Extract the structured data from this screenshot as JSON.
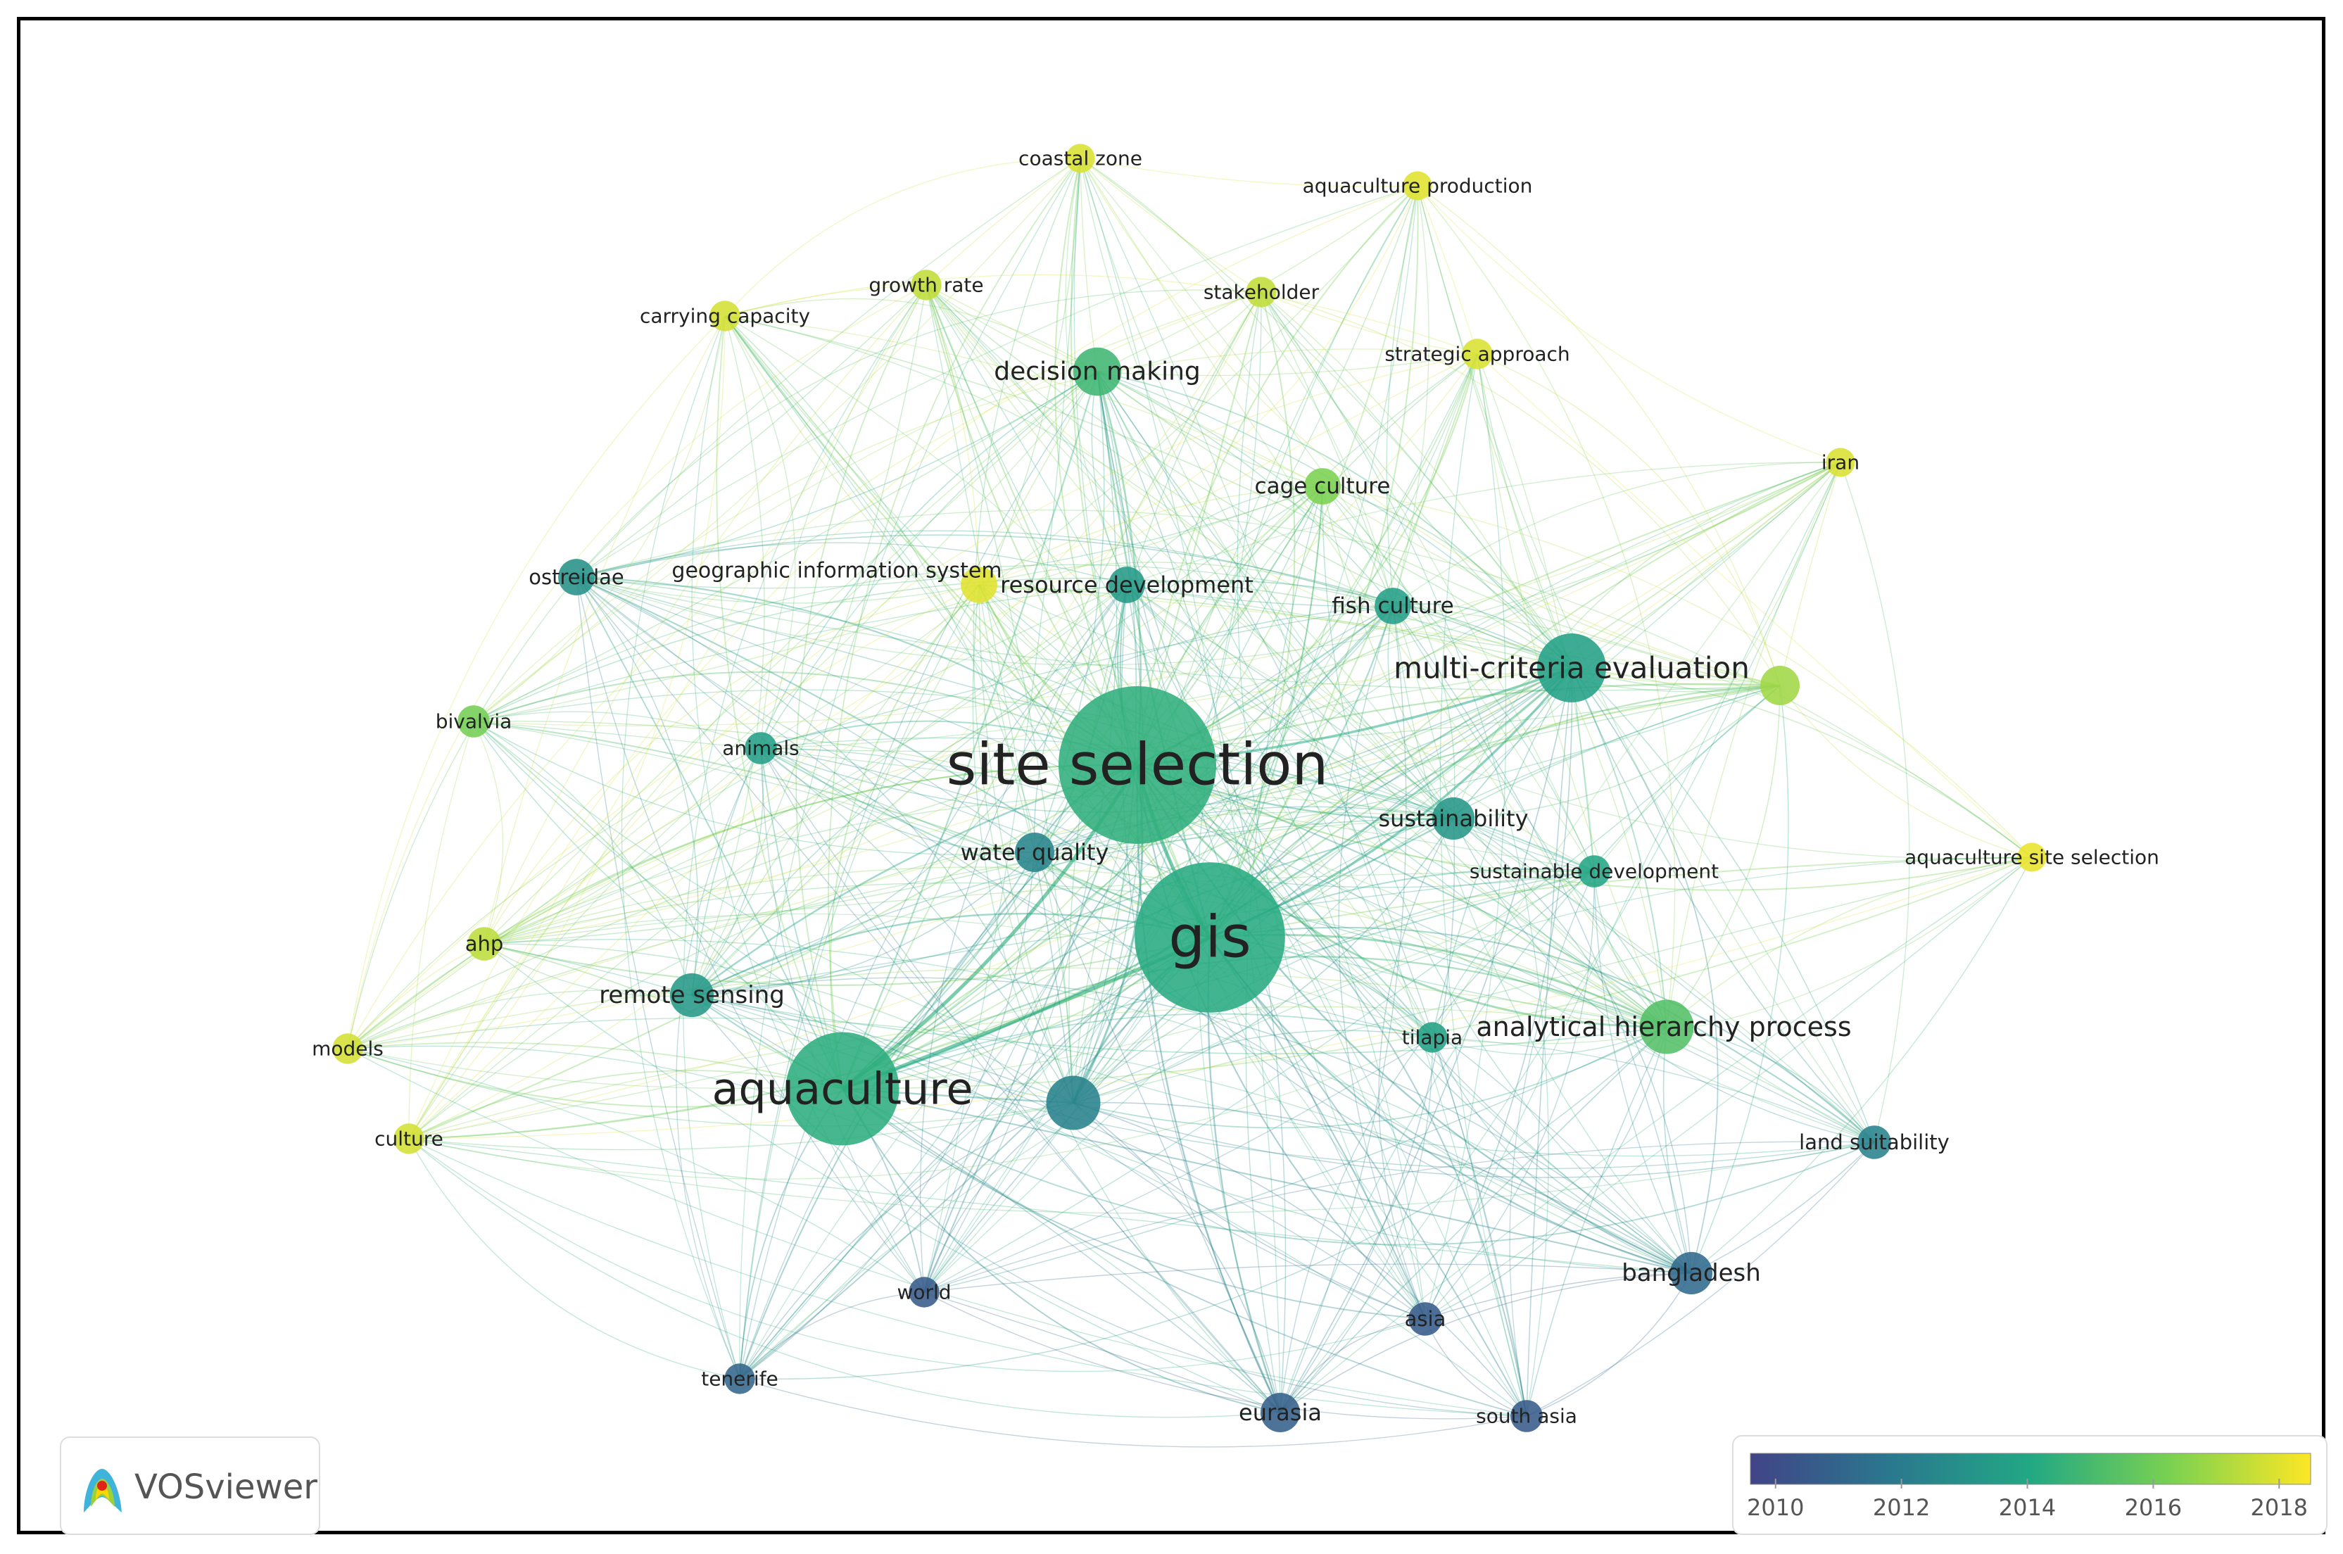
{
  "logo": {
    "text": "VOSviewer",
    "icon": "vosviewer-logo-icon"
  },
  "legend": {
    "ticks": [
      "2010",
      "2012",
      "2014",
      "2016",
      "2018"
    ],
    "tick_values": [
      2010,
      2012,
      2014,
      2016,
      2018
    ],
    "range": [
      2009.6,
      2018.5
    ],
    "colors": [
      "#414487",
      "#2a788e",
      "#22a884",
      "#7ad151",
      "#fde725"
    ]
  },
  "chart_data": {
    "type": "network",
    "color_scale": "average publication year",
    "nodes": [
      {
        "id": "site-selection",
        "label": "site selection",
        "weight": 10,
        "year": 2014.4
      },
      {
        "id": "gis",
        "label": "gis",
        "weight": 9.5,
        "year": 2014.2
      },
      {
        "id": "aquaculture",
        "label": "aquaculture",
        "weight": 7,
        "year": 2014.3
      },
      {
        "id": "multi-criteria-evaluation",
        "label": "multi-criteria evaluation",
        "weight": 4,
        "year": 2013.7
      },
      {
        "id": "analytical-hierarchy-process",
        "label": "analytical hierarchy process",
        "weight": 3,
        "year": 2015.3
      },
      {
        "id": "decision-making",
        "label": "decision making",
        "weight": 2.6,
        "year": 2014.8
      },
      {
        "id": "remote-sensing",
        "label": "remote sensing",
        "weight": 2.3,
        "year": 2013.3
      },
      {
        "id": "unlabeled-blue",
        "label": "",
        "weight": 3,
        "year": 2012.3
      },
      {
        "id": "water-quality",
        "label": "water quality",
        "weight": 2,
        "year": 2012.4
      },
      {
        "id": "sustainability",
        "label": "sustainability",
        "weight": 2.2,
        "year": 2013.2
      },
      {
        "id": "bangladesh",
        "label": "bangladesh",
        "weight": 2.2,
        "year": 2011.2
      },
      {
        "id": "eurasia",
        "label": "eurasia",
        "weight": 2,
        "year": 2010.8
      },
      {
        "id": "unlabeled-green",
        "label": "",
        "weight": 2,
        "year": 2016.9
      },
      {
        "id": "ostreidae",
        "label": "ostreidae",
        "weight": 1.8,
        "year": 2013.0
      },
      {
        "id": "resource-development",
        "label": "resource development",
        "weight": 1.8,
        "year": 2013.4
      },
      {
        "id": "fish-culture",
        "label": "fish culture",
        "weight": 1.8,
        "year": 2013.6
      },
      {
        "id": "geographic-information-system",
        "label": "geographic information system",
        "weight": 1.8,
        "year": 2018.0
      },
      {
        "id": "cage-culture",
        "label": "cage culture",
        "weight": 1.8,
        "year": 2016.3
      },
      {
        "id": "ahp",
        "label": "ahp",
        "weight": 1.6,
        "year": 2017.4
      },
      {
        "id": "animals",
        "label": "animals",
        "weight": 1.5,
        "year": 2013.6
      },
      {
        "id": "asia",
        "label": "asia",
        "weight": 1.6,
        "year": 2010.6
      },
      {
        "id": "south-asia",
        "label": "south asia",
        "weight": 1.5,
        "year": 2010.6
      },
      {
        "id": "world",
        "label": "world",
        "weight": 1.4,
        "year": 2010.6
      },
      {
        "id": "tenerife",
        "label": "tenerife",
        "weight": 1.4,
        "year": 2011.0
      },
      {
        "id": "land-suitability",
        "label": "land suitability",
        "weight": 1.6,
        "year": 2012.3
      },
      {
        "id": "sustainable-development",
        "label": "sustainable development",
        "weight": 1.5,
        "year": 2013.9
      },
      {
        "id": "tilapia",
        "label": "tilapia",
        "weight": 1.4,
        "year": 2013.7
      },
      {
        "id": "bivalvia",
        "label": "bivalvia",
        "weight": 1.5,
        "year": 2016.1
      },
      {
        "id": "models",
        "label": "models",
        "weight": 1.4,
        "year": 2017.8
      },
      {
        "id": "culture",
        "label": "culture",
        "weight": 1.4,
        "year": 2017.8
      },
      {
        "id": "iran",
        "label": "iran",
        "weight": 1.3,
        "year": 2017.9
      },
      {
        "id": "aquaculture-site-selection",
        "label": "aquaculture site selection",
        "weight": 1.3,
        "year": 2018.2
      },
      {
        "id": "coastal-zone",
        "label": "coastal zone",
        "weight": 1.3,
        "year": 2017.9
      },
      {
        "id": "aquaculture-production",
        "label": "aquaculture production",
        "weight": 1.3,
        "year": 2018.0
      },
      {
        "id": "growth-rate",
        "label": "growth rate",
        "weight": 1.4,
        "year": 2017.5
      },
      {
        "id": "carrying-capacity",
        "label": "carrying capacity",
        "weight": 1.4,
        "year": 2017.8
      },
      {
        "id": "stakeholder",
        "label": "stakeholder",
        "weight": 1.4,
        "year": 2017.5
      },
      {
        "id": "strategic-approach",
        "label": "strategic approach",
        "weight": 1.4,
        "year": 2017.9
      }
    ]
  }
}
